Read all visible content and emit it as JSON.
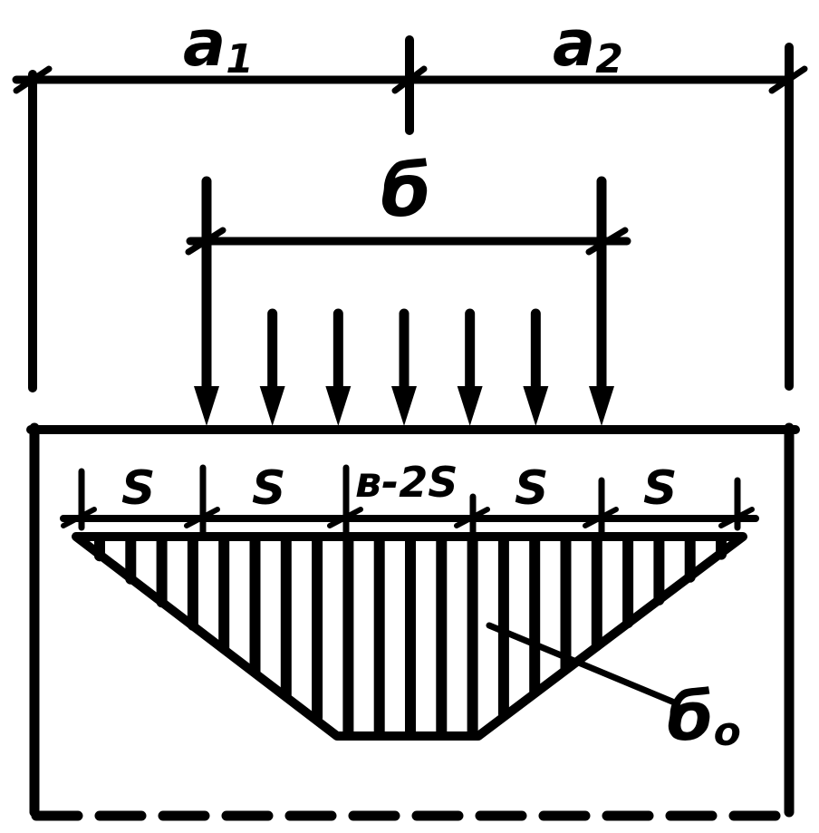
{
  "diagram": {
    "labels": {
      "a1": "a",
      "a1_sub": "1",
      "a2": "a",
      "a2_sub": "2",
      "b": "б",
      "s1": "S",
      "s2": "S",
      "mid": "в-2S",
      "s3": "S",
      "s4": "S",
      "sigma": "б",
      "sigma_sub": "о"
    },
    "load_arrow_count": 7,
    "hatch_line_count": 21,
    "colors": {
      "ink": "#000000",
      "background": "#ffffff"
    }
  }
}
